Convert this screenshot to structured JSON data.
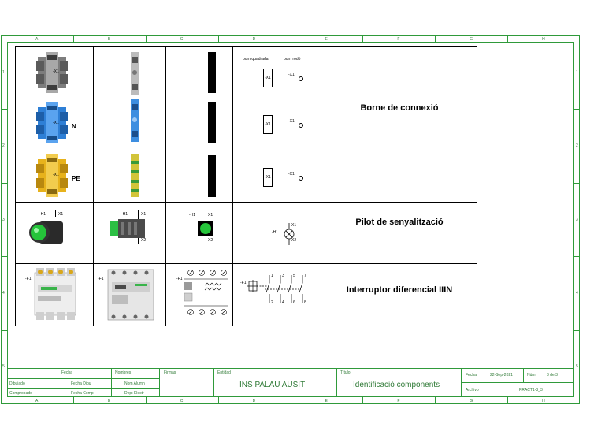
{
  "zones": {
    "columns": [
      "A",
      "B",
      "C",
      "D",
      "E",
      "F",
      "G",
      "H"
    ],
    "rows": [
      "1",
      "2",
      "3",
      "4",
      "5"
    ]
  },
  "symbols": {
    "bornquadrada": "born quadrada",
    "bornrodo": "born rodó",
    "x1": "-X1",
    "x1p": "X1",
    "x2p": "X2",
    "h1": "-H1",
    "f1": "-F1",
    "n": "N",
    "pe": "PE",
    "pins_top": [
      "1",
      "3",
      "5",
      "7"
    ],
    "pins_bot": [
      "2",
      "4",
      "6",
      "8"
    ]
  },
  "groups": [
    {
      "title": "Borne de connexió"
    },
    {
      "title": "Pilot de senyalització"
    },
    {
      "title": "Interruptor diferencial IIIN"
    }
  ],
  "title_block": {
    "dibujado": "Dibujado",
    "comprobado": "Comprobado",
    "fecha": "Fecha",
    "fecha_dibu": "Fecha Dibu",
    "fecha_comp": "Fecha Comp",
    "nombres": "Nombres",
    "nom_alumn": "Nom Alumn",
    "dept_electr": "Dept Electr",
    "firmas": "Firmas",
    "entidad": "Entidad",
    "entidad_value": "INS PALAU AUSIT",
    "titulo": "Título",
    "titulo_value": "Identificació components",
    "fecha2": "Fecha",
    "fecha2_value": "22-Sep-2021",
    "num": "Núm",
    "num_value": "3 de 3",
    "archivo": "Archivo",
    "archivo_value": "PRACT1-3_3"
  },
  "colors": {
    "frame": "#2f9a3a",
    "blue_terminal": "#2e7fd6",
    "yellow_terminal": "#e7b21c",
    "grey_terminal": "#8c8c8c",
    "pilot_green": "#25c43a"
  }
}
